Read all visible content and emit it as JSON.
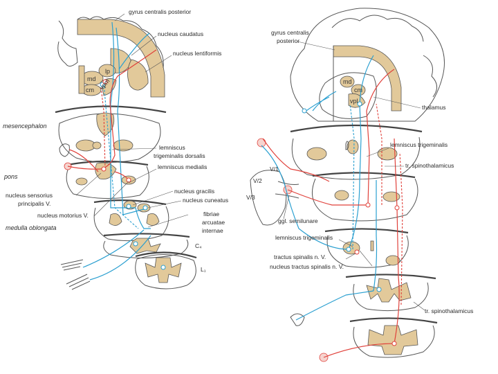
{
  "left_panel": {
    "labels": {
      "gyrus": "gyrus centralis posterior",
      "caudatus": "nucleus caudatus",
      "lentiformis": "nucleus lentiformis",
      "lp": "lp",
      "md": "md",
      "cm": "cm",
      "vpm": "vpm",
      "mesencephalon": "mesencephalon",
      "lemniscus_trig_1": "lemniscus",
      "lemniscus_trig_2": "trigeminalis dorsalis",
      "lemniscus_medialis": "lemniscus medialis",
      "pons": "pons",
      "sensorius_1": "nucleus sensorius",
      "sensorius_2": "principalis V.",
      "gracilis": "nucleus gracilis",
      "cuneatus": "nucleus cuneatus",
      "motorius": "nucleus motorius V.",
      "fibriae_1": "fibriae",
      "fibriae_2": "arcuatae",
      "fibriae_3": "internae",
      "medulla": "medulla oblongata",
      "c4": "C₄",
      "l1": "L₁"
    }
  },
  "right_panel": {
    "labels": {
      "gyrus_1": "gyrus centralis",
      "gyrus_2": "posterior",
      "md": "md",
      "cm": "cm",
      "vpl": "vpl",
      "thalamus": "thalamus",
      "lemniscus_trig": "lemniscus trigeminalis",
      "tr_spino_1": "tr. spinothalamicus",
      "v1": "V/1",
      "v2": "V/2",
      "v3": "V/3",
      "ggl": "ggl. semilunare",
      "lemniscus_trig_2": "lemniscus trigeminalis",
      "tractus_spinalis": "tractus spinalis n. V.",
      "nucleus_tractus": "nucleus tractus spinalis n. V.",
      "tr_spino_2": "tr. spinothalamicus"
    }
  },
  "colors": {
    "tan": "#e2c99a",
    "blue": "#2a9fd0",
    "red": "#e0403a"
  }
}
